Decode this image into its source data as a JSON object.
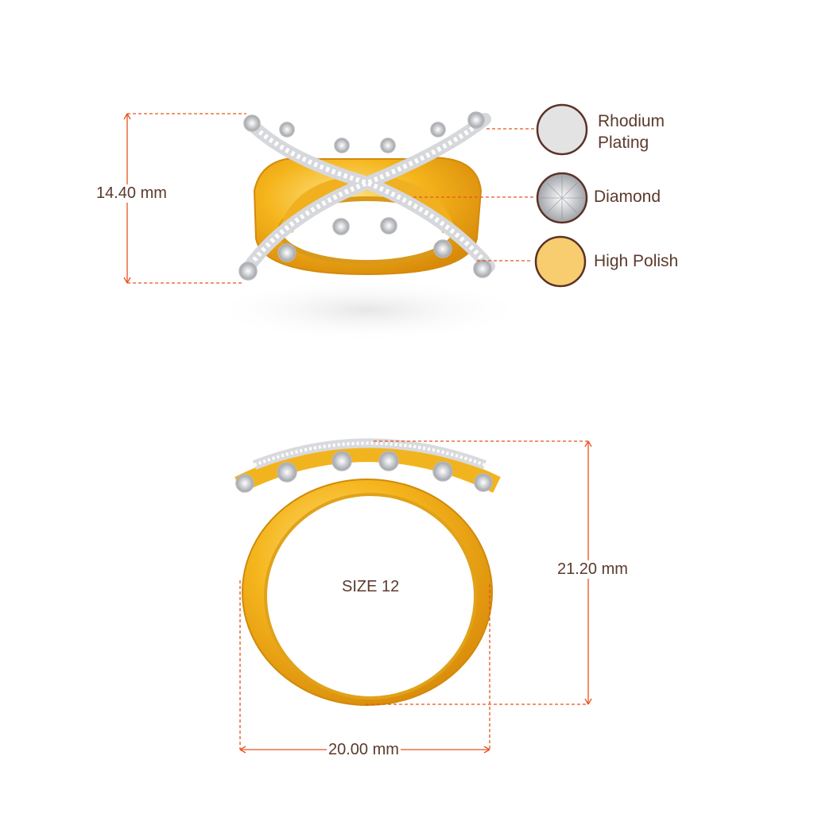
{
  "dimensions": {
    "height_top_view": "14.40 mm",
    "height_front_view": "21.20 mm",
    "width_front_view": "20.00 mm",
    "ring_size": "SIZE 12"
  },
  "materials": [
    {
      "label": "Rhodium Plating",
      "line1": "Rhodium",
      "line2": "Plating",
      "color": "#e3e3e4"
    },
    {
      "label": "Diamond",
      "color": "#d9dadc"
    },
    {
      "label": "High Polish",
      "color": "#f7cd6f"
    }
  ],
  "colors": {
    "dimension_line": "#e8531f",
    "text": "#5b3a2c",
    "swatch_border": "#5b3226",
    "gold": "#f2b41e",
    "gold_dark": "#d98f0c",
    "silver": "#e9eaec"
  }
}
